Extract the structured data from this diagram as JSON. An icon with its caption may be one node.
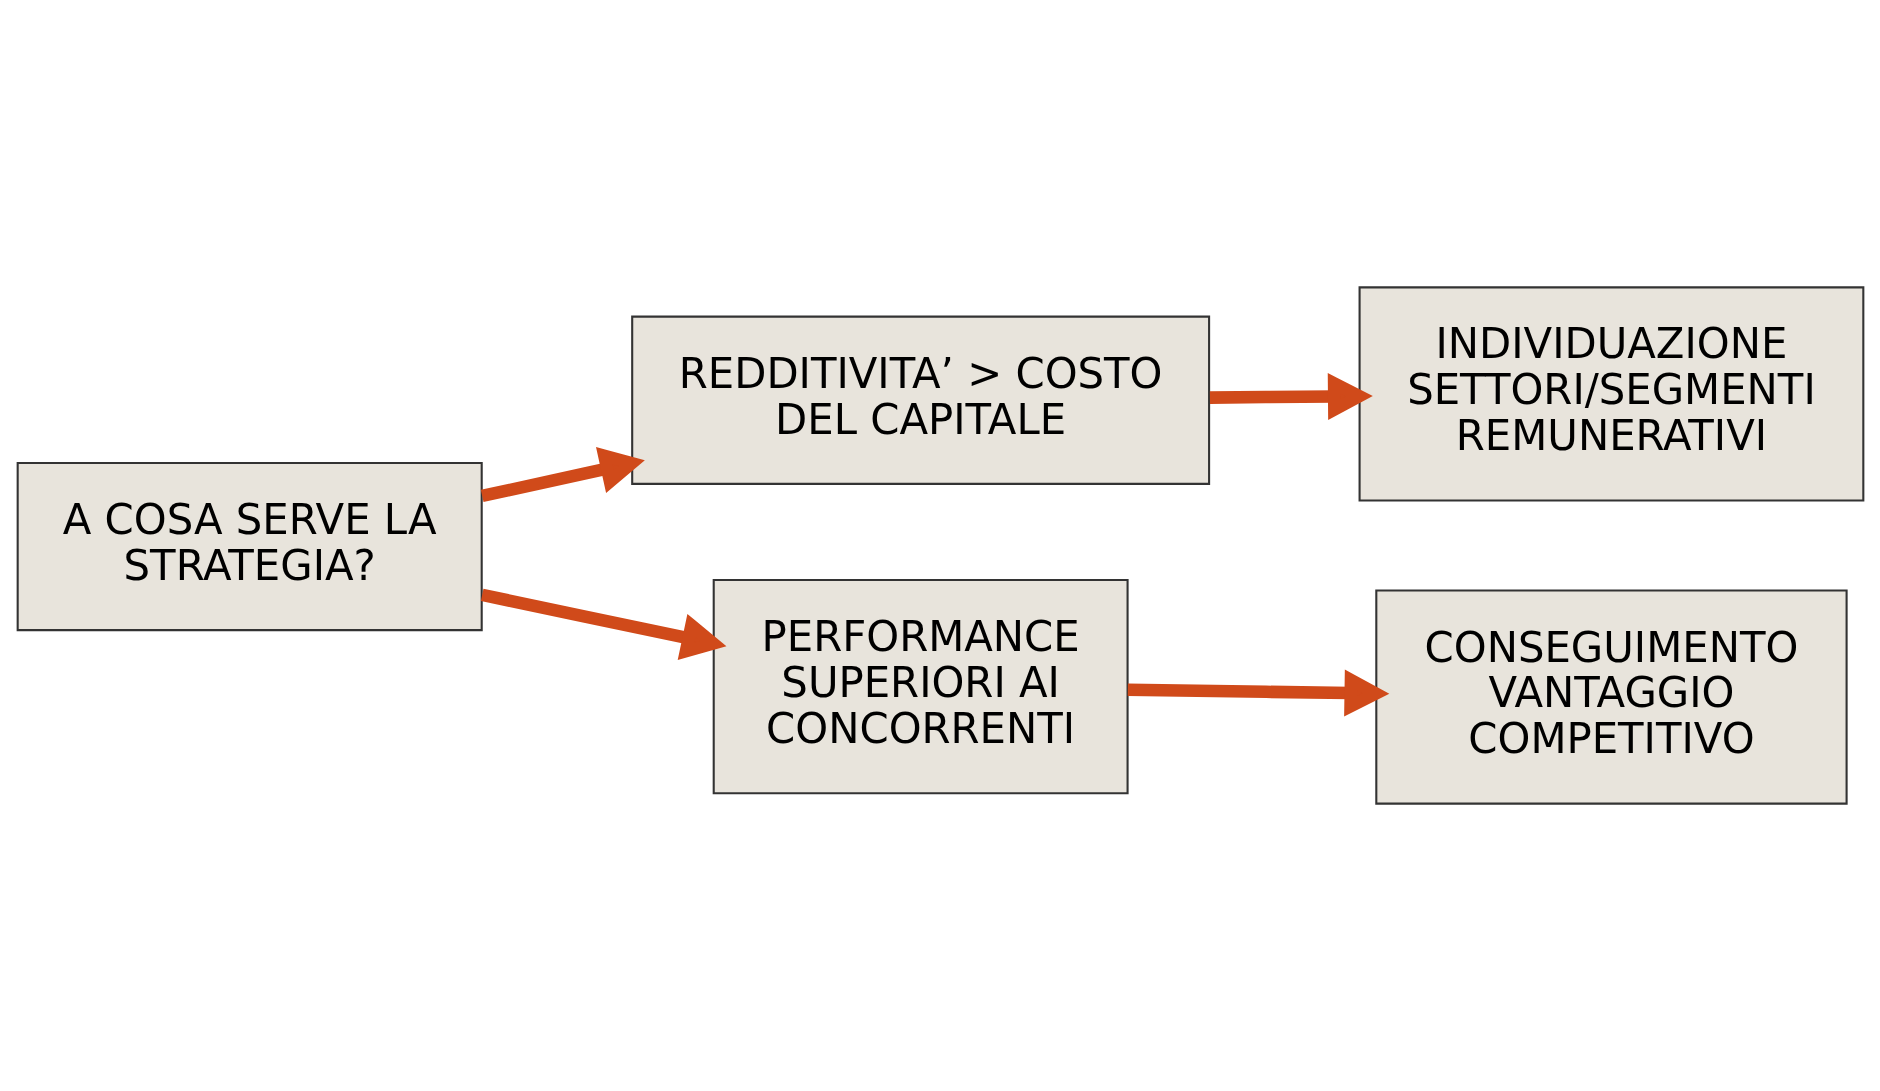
{
  "diagram": {
    "nodes": [
      {
        "text": [
          "A COSA SERVE LA STRATEGIA?"
        ]
      },
      {
        "text": [
          "REDDITIVITA’ > COSTO DEL CAPITALE"
        ]
      },
      {
        "text": [
          "INDIVIDUAZIONE SETTORI/SEGMENTI REMUNERATIVI"
        ]
      },
      {
        "text": [
          "CONSEGUIMENTO VANTAGGIO COMPETITIVO"
        ]
      },
      {
        "text": [
          "PERFORMANCE SUPERIORI AI CONCORRENTI"
        ]
      }
    ],
    "edges": [
      {
        "from": 0,
        "to": 1,
        "arrow": "to"
      },
      {
        "from": 1,
        "to": 2,
        "arrow": "to"
      },
      {
        "from": 0,
        "to": 4,
        "arrow": "to"
      },
      {
        "from": 4,
        "to": 3,
        "arrow": "to"
      }
    ]
  }
}
